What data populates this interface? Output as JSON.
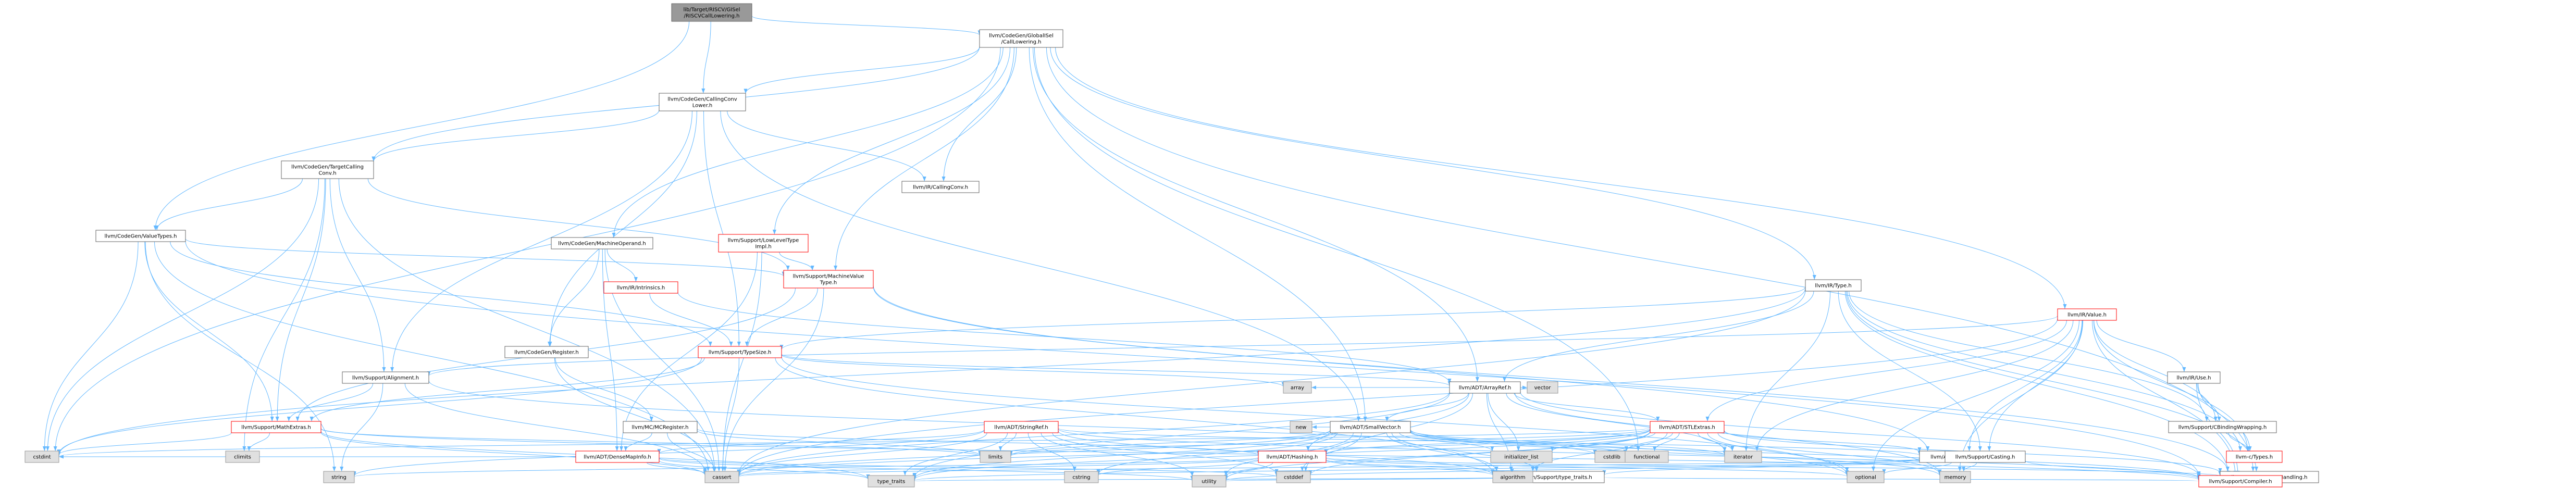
{
  "colors": {
    "edge": "#63b8ff",
    "root_fill": "#999999",
    "root_border": "#666666",
    "node_fill": "#ffffff",
    "node_border_doc": "#666666",
    "node_border_truncated": "#ff0000",
    "sys_fill": "#e0e0e0",
    "sys_border": "#999999"
  },
  "nodes": [
    {
      "id": "root",
      "kind": "root",
      "lines": [
        "lib/Target/RISCV/GISel",
        "/RISCVCallLowering.h"
      ]
    },
    {
      "id": "gisel_calllowering",
      "kind": "doc",
      "lines": [
        "llvm/CodeGen/GlobalISel",
        "/CallLowering.h"
      ]
    },
    {
      "id": "callingconvlower",
      "kind": "doc",
      "lines": [
        "llvm/CodeGen/CallingConv",
        "Lower.h"
      ]
    },
    {
      "id": "targetcallingconv",
      "kind": "doc",
      "lines": [
        "llvm/CodeGen/TargetCalling",
        "Conv.h"
      ]
    },
    {
      "id": "ir_callingconv",
      "kind": "doc",
      "lines": [
        "llvm/IR/CallingConv.h"
      ]
    },
    {
      "id": "valuetypes",
      "kind": "doc",
      "lines": [
        "llvm/CodeGen/ValueTypes.h"
      ]
    },
    {
      "id": "machineoperand",
      "kind": "doc",
      "lines": [
        "llvm/CodeGen/MachineOperand.h"
      ]
    },
    {
      "id": "lowleveltype",
      "kind": "trunc",
      "lines": [
        "llvm/Support/LowLevelType",
        "Impl.h"
      ]
    },
    {
      "id": "machinevaluetype",
      "kind": "trunc",
      "lines": [
        "llvm/Support/MachineValue",
        "Type.h"
      ]
    },
    {
      "id": "ir_intrinsics",
      "kind": "trunc",
      "lines": [
        "llvm/IR/Intrinsics.h"
      ]
    },
    {
      "id": "ir_type",
      "kind": "doc",
      "lines": [
        "llvm/IR/Type.h"
      ]
    },
    {
      "id": "ir_value",
      "kind": "trunc",
      "lines": [
        "llvm/IR/Value.h"
      ]
    },
    {
      "id": "codegen_register",
      "kind": "doc",
      "lines": [
        "llvm/CodeGen/Register.h"
      ]
    },
    {
      "id": "typesize",
      "kind": "trunc",
      "lines": [
        "llvm/Support/TypeSize.h"
      ]
    },
    {
      "id": "alignment",
      "kind": "doc",
      "lines": [
        "llvm/Support/Alignment.h"
      ]
    },
    {
      "id": "arrayref",
      "kind": "doc",
      "lines": [
        "llvm/ADT/ArrayRef.h"
      ]
    },
    {
      "id": "ir_use",
      "kind": "doc",
      "lines": [
        "llvm/IR/Use.h"
      ]
    },
    {
      "id": "mathextras",
      "kind": "trunc",
      "lines": [
        "llvm/Support/MathExtras.h"
      ]
    },
    {
      "id": "mcregister",
      "kind": "doc",
      "lines": [
        "llvm/MC/MCRegister.h"
      ]
    },
    {
      "id": "stringref",
      "kind": "trunc",
      "lines": [
        "llvm/ADT/StringRef.h"
      ]
    },
    {
      "id": "smallvector",
      "kind": "doc",
      "lines": [
        "llvm/ADT/SmallVector.h"
      ]
    },
    {
      "id": "stlextras",
      "kind": "trunc",
      "lines": [
        "llvm/ADT/STLExtras.h"
      ]
    },
    {
      "id": "cbindingwrapping",
      "kind": "doc",
      "lines": [
        "llvm/Support/CBindingWrapping.h"
      ]
    },
    {
      "id": "densemapinfo",
      "kind": "trunc",
      "lines": [
        "llvm/ADT/DenseMapInfo.h"
      ]
    },
    {
      "id": "hashing",
      "kind": "trunc",
      "lines": [
        "llvm/ADT/Hashing.h"
      ]
    },
    {
      "id": "iterator_range",
      "kind": "doc",
      "lines": [
        "llvm/ADT/iterator_range.h"
      ]
    },
    {
      "id": "casting",
      "kind": "doc",
      "lines": [
        "llvm/Support/Casting.h"
      ]
    },
    {
      "id": "c_types",
      "kind": "trunc",
      "lines": [
        "llvm-c/Types.h"
      ]
    },
    {
      "id": "type_traits_h",
      "kind": "doc",
      "lines": [
        "llvm/Support/type_traits.h"
      ]
    },
    {
      "id": "errorhandling",
      "kind": "doc",
      "lines": [
        "llvm/Support/ErrorHandling.h"
      ]
    },
    {
      "id": "compiler",
      "kind": "trunc",
      "lines": [
        "llvm/Support/Compiler.h"
      ]
    },
    {
      "id": "s_array",
      "kind": "sys",
      "lines": [
        "array"
      ]
    },
    {
      "id": "s_vector",
      "kind": "sys",
      "lines": [
        "vector"
      ]
    },
    {
      "id": "s_climits",
      "kind": "sys",
      "lines": [
        "climits"
      ]
    },
    {
      "id": "s_cstdint",
      "kind": "sys",
      "lines": [
        "cstdint"
      ]
    },
    {
      "id": "s_string",
      "kind": "sys",
      "lines": [
        "string"
      ]
    },
    {
      "id": "s_limits",
      "kind": "sys",
      "lines": [
        "limits"
      ]
    },
    {
      "id": "s_new",
      "kind": "sys",
      "lines": [
        "new"
      ]
    },
    {
      "id": "s_cassert",
      "kind": "sys",
      "lines": [
        "cassert"
      ]
    },
    {
      "id": "s_cstring",
      "kind": "sys",
      "lines": [
        "cstring"
      ]
    },
    {
      "id": "s_type_traits",
      "kind": "sys",
      "lines": [
        "type_traits"
      ]
    },
    {
      "id": "s_initializer_list",
      "kind": "sys",
      "lines": [
        "initializer_list"
      ]
    },
    {
      "id": "s_cstdlib",
      "kind": "sys",
      "lines": [
        "cstdlib"
      ]
    },
    {
      "id": "s_functional",
      "kind": "sys",
      "lines": [
        "functional"
      ]
    },
    {
      "id": "s_iterator",
      "kind": "sys",
      "lines": [
        "iterator"
      ]
    },
    {
      "id": "s_cstddef",
      "kind": "sys",
      "lines": [
        "cstddef"
      ]
    },
    {
      "id": "s_algorithm",
      "kind": "sys",
      "lines": [
        "algorithm"
      ]
    },
    {
      "id": "s_optional",
      "kind": "sys",
      "lines": [
        "optional"
      ]
    },
    {
      "id": "s_memory",
      "kind": "sys",
      "lines": [
        "memory"
      ]
    },
    {
      "id": "s_utility",
      "kind": "sys",
      "lines": [
        "utility"
      ]
    }
  ],
  "edges": [
    [
      "root",
      "gisel_calllowering"
    ],
    [
      "root",
      "callingconvlower"
    ],
    [
      "root",
      "valuetypes"
    ],
    [
      "gisel_calllowering",
      "callingconvlower"
    ],
    [
      "gisel_calllowering",
      "targetcallingconv"
    ],
    [
      "gisel_calllowering",
      "ir_callingconv"
    ],
    [
      "gisel_calllowering",
      "machineoperand"
    ],
    [
      "gisel_calllowering",
      "lowleveltype"
    ],
    [
      "gisel_calllowering",
      "machinevaluetype"
    ],
    [
      "gisel_calllowering",
      "ir_type"
    ],
    [
      "gisel_calllowering",
      "ir_value"
    ],
    [
      "gisel_calllowering",
      "arrayref"
    ],
    [
      "gisel_calllowering",
      "smallvector"
    ],
    [
      "gisel_calllowering",
      "errorhandling"
    ],
    [
      "gisel_calllowering",
      "s_cstdint"
    ],
    [
      "gisel_calllowering",
      "s_functional"
    ],
    [
      "callingconvlower",
      "targetcallingconv"
    ],
    [
      "callingconvlower",
      "ir_callingconv"
    ],
    [
      "callingconvlower",
      "codegen_register"
    ],
    [
      "callingconvlower",
      "smallvector"
    ],
    [
      "callingconvlower",
      "alignment"
    ],
    [
      "callingconvlower",
      "typesize"
    ],
    [
      "targetcallingconv",
      "valuetypes"
    ],
    [
      "targetcallingconv",
      "machinevaluetype"
    ],
    [
      "targetcallingconv",
      "alignment"
    ],
    [
      "targetcallingconv",
      "mathextras"
    ],
    [
      "targetcallingconv",
      "s_cassert"
    ],
    [
      "targetcallingconv",
      "s_climits"
    ],
    [
      "targetcallingconv",
      "s_cstdint"
    ],
    [
      "valuetypes",
      "machinevaluetype"
    ],
    [
      "valuetypes",
      "compiler"
    ],
    [
      "valuetypes",
      "mathextras"
    ],
    [
      "valuetypes",
      "typesize"
    ],
    [
      "valuetypes",
      "s_cassert"
    ],
    [
      "valuetypes",
      "s_cstdint"
    ],
    [
      "valuetypes",
      "s_string"
    ],
    [
      "machineoperand",
      "ir_intrinsics"
    ],
    [
      "machineoperand",
      "codegen_register"
    ],
    [
      "machineoperand",
      "densemapinfo"
    ],
    [
      "machineoperand",
      "s_cassert"
    ],
    [
      "lowleveltype",
      "machinevaluetype"
    ],
    [
      "lowleveltype",
      "densemapinfo"
    ],
    [
      "lowleveltype",
      "s_cassert"
    ],
    [
      "machinevaluetype",
      "typesize"
    ],
    [
      "machinevaluetype",
      "s_cassert"
    ],
    [
      "machinevaluetype",
      "errorhandling"
    ],
    [
      "machinevaluetype",
      "mathextras"
    ],
    [
      "machinevaluetype",
      "iterator_range"
    ],
    [
      "ir_intrinsics",
      "arrayref"
    ],
    [
      "ir_intrinsics",
      "typesize"
    ],
    [
      "ir_type",
      "arrayref"
    ],
    [
      "ir_type",
      "casting"
    ],
    [
      "ir_type",
      "cbindingwrapping"
    ],
    [
      "ir_type",
      "compiler"
    ],
    [
      "ir_type",
      "errorhandling"
    ],
    [
      "ir_type",
      "typesize"
    ],
    [
      "ir_type",
      "c_types"
    ],
    [
      "ir_type",
      "s_cassert"
    ],
    [
      "ir_type",
      "s_cstdint"
    ],
    [
      "ir_type",
      "s_iterator"
    ],
    [
      "ir_value",
      "ir_use"
    ],
    [
      "ir_value",
      "stlextras"
    ],
    [
      "ir_value",
      "iterator_range"
    ],
    [
      "ir_value",
      "alignment"
    ],
    [
      "ir_value",
      "casting"
    ],
    [
      "ir_value",
      "cbindingwrapping"
    ],
    [
      "ir_value",
      "compiler"
    ],
    [
      "ir_value",
      "c_types"
    ],
    [
      "ir_value",
      "s_cassert"
    ],
    [
      "ir_value",
      "s_iterator"
    ],
    [
      "ir_value",
      "s_memory"
    ],
    [
      "ir_value",
      "s_optional"
    ],
    [
      "ir_use",
      "cbindingwrapping"
    ],
    [
      "ir_use",
      "compiler"
    ],
    [
      "ir_use",
      "c_types"
    ],
    [
      "codegen_register",
      "mcregister"
    ],
    [
      "codegen_register",
      "s_cassert"
    ],
    [
      "mcregister",
      "densemapinfo"
    ],
    [
      "mcregister",
      "hashing"
    ],
    [
      "mcregister",
      "s_cassert"
    ],
    [
      "mcregister",
      "s_limits"
    ],
    [
      "typesize",
      "mathextras"
    ],
    [
      "typesize",
      "s_algorithm"
    ],
    [
      "typesize",
      "s_array"
    ],
    [
      "typesize",
      "s_cassert"
    ],
    [
      "typesize",
      "s_cstdint"
    ],
    [
      "typesize",
      "s_optional"
    ],
    [
      "typesize",
      "arrayref"
    ],
    [
      "alignment",
      "mathextras"
    ],
    [
      "alignment",
      "s_cassert"
    ],
    [
      "alignment",
      "s_optional"
    ],
    [
      "alignment",
      "s_string"
    ],
    [
      "mathextras",
      "compiler"
    ],
    [
      "mathextras",
      "s_cassert"
    ],
    [
      "mathextras",
      "s_climits"
    ],
    [
      "mathextras",
      "s_cstdint"
    ],
    [
      "mathextras",
      "s_limits"
    ],
    [
      "mathextras",
      "s_type_traits"
    ],
    [
      "arrayref",
      "hashing"
    ],
    [
      "arrayref",
      "smallvector"
    ],
    [
      "arrayref",
      "stlextras"
    ],
    [
      "arrayref",
      "compiler"
    ],
    [
      "arrayref",
      "s_algorithm"
    ],
    [
      "arrayref",
      "s_array"
    ],
    [
      "arrayref",
      "s_cassert"
    ],
    [
      "arrayref",
      "s_cstddef"
    ],
    [
      "arrayref",
      "s_initializer_list"
    ],
    [
      "arrayref",
      "s_iterator"
    ],
    [
      "arrayref",
      "s_memory"
    ],
    [
      "arrayref",
      "s_type_traits"
    ],
    [
      "arrayref",
      "s_vector"
    ],
    [
      "stringref",
      "densemapinfo"
    ],
    [
      "stringref",
      "iterator_range"
    ],
    [
      "stringref",
      "compiler"
    ],
    [
      "stringref",
      "s_algorithm"
    ],
    [
      "stringref",
      "s_cassert"
    ],
    [
      "stringref",
      "s_cstddef"
    ],
    [
      "stringref",
      "s_cstring"
    ],
    [
      "stringref",
      "s_limits"
    ],
    [
      "stringref",
      "s_string"
    ],
    [
      "stringref",
      "s_type_traits"
    ],
    [
      "stringref",
      "s_utility"
    ],
    [
      "smallvector",
      "compiler"
    ],
    [
      "smallvector",
      "type_traits_h"
    ],
    [
      "smallvector",
      "s_algorithm"
    ],
    [
      "smallvector",
      "s_cassert"
    ],
    [
      "smallvector",
      "s_cstddef"
    ],
    [
      "smallvector",
      "s_cstdlib"
    ],
    [
      "smallvector",
      "s_cstring"
    ],
    [
      "smallvector",
      "s_functional"
    ],
    [
      "smallvector",
      "s_initializer_list"
    ],
    [
      "smallvector",
      "s_iterator"
    ],
    [
      "smallvector",
      "s_limits"
    ],
    [
      "smallvector",
      "s_memory"
    ],
    [
      "smallvector",
      "s_new"
    ],
    [
      "smallvector",
      "s_type_traits"
    ],
    [
      "smallvector",
      "s_utility"
    ],
    [
      "stlextras",
      "hashing"
    ],
    [
      "stlextras",
      "iterator_range"
    ],
    [
      "stlextras",
      "s_iterator"
    ],
    [
      "stlextras",
      "errorhandling"
    ],
    [
      "stlextras",
      "s_algorithm"
    ],
    [
      "stlextras",
      "s_cassert"
    ],
    [
      "stlextras",
      "s_cstddef"
    ],
    [
      "stlextras",
      "s_cstdint"
    ],
    [
      "stlextras",
      "s_cstdlib"
    ],
    [
      "stlextras",
      "s_functional"
    ],
    [
      "stlextras",
      "s_initializer_list"
    ],
    [
      "stlextras",
      "s_limits"
    ],
    [
      "stlextras",
      "s_memory"
    ],
    [
      "stlextras",
      "s_optional"
    ],
    [
      "stlextras",
      "s_type_traits"
    ],
    [
      "stlextras",
      "s_utility"
    ],
    [
      "cbindingwrapping",
      "c_types"
    ],
    [
      "densemapinfo",
      "s_cassert"
    ],
    [
      "densemapinfo",
      "s_cstddef"
    ],
    [
      "densemapinfo",
      "s_cstdint"
    ],
    [
      "densemapinfo",
      "s_type_traits"
    ],
    [
      "densemapinfo",
      "s_utility"
    ],
    [
      "hashing",
      "errorhandling"
    ],
    [
      "hashing",
      "type_traits_h"
    ],
    [
      "hashing",
      "s_algorithm"
    ],
    [
      "hashing",
      "s_cassert"
    ],
    [
      "hashing",
      "s_cstring"
    ],
    [
      "hashing",
      "s_optional"
    ],
    [
      "hashing",
      "s_string"
    ],
    [
      "hashing",
      "s_utility"
    ],
    [
      "iterator_range",
      "s_utility"
    ],
    [
      "casting",
      "compiler"
    ],
    [
      "casting",
      "type_traits_h"
    ],
    [
      "casting",
      "s_cassert"
    ],
    [
      "casting",
      "s_memory"
    ],
    [
      "casting",
      "s_optional"
    ],
    [
      "casting",
      "s_type_traits"
    ],
    [
      "type_traits_h",
      "compiler"
    ],
    [
      "type_traits_h",
      "s_type_traits"
    ],
    [
      "type_traits_h",
      "s_utility"
    ],
    [
      "errorhandling",
      "compiler"
    ]
  ]
}
